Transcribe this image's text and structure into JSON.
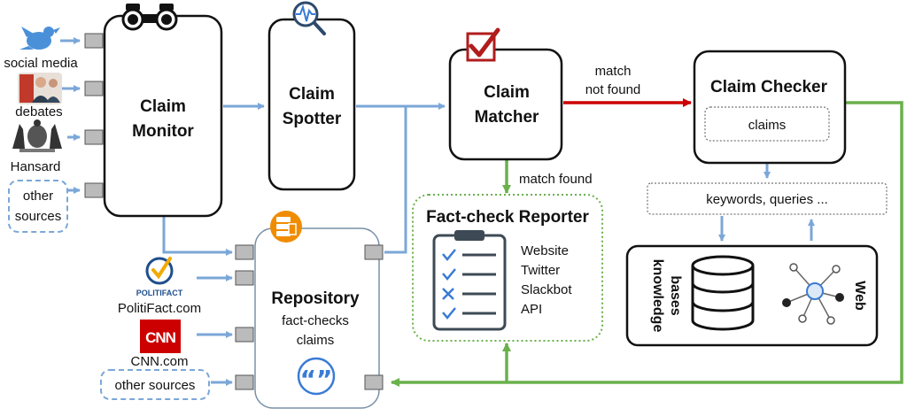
{
  "sources": {
    "social_media": "social media",
    "debates": "debates",
    "hansard": "Hansard",
    "other_top": [
      "other",
      "sources"
    ],
    "politifact_logo": "POLITIFACT",
    "politifact": "PolitiFact.com",
    "cnn_logo": "CNN",
    "cnn": "CNN.com",
    "other_bottom": "other sources"
  },
  "claim_monitor": [
    "Claim",
    "Monitor"
  ],
  "claim_spotter": [
    "Claim",
    "Spotter"
  ],
  "claim_matcher": [
    "Claim",
    "Matcher"
  ],
  "claim_checker": {
    "title": "Claim Checker",
    "claims": "claims",
    "keywords": "keywords, queries ...",
    "knowledge_bases": [
      "knowledge",
      "bases"
    ],
    "web": "Web"
  },
  "edges": {
    "match_not_found": [
      "match",
      "not found"
    ],
    "match_found": "match found"
  },
  "repository": {
    "title": "Repository",
    "line1": "fact-checks",
    "line2": "claims"
  },
  "reporter": {
    "title": "Fact-check Reporter",
    "channels": [
      "Website",
      "Twitter",
      "Slackbot",
      "API"
    ]
  },
  "colors": {
    "blue": "#7ba7d8",
    "red": "#cc0000",
    "green": "#6ab04c",
    "port": "#bbbbbb",
    "orange": "#f08c00"
  }
}
